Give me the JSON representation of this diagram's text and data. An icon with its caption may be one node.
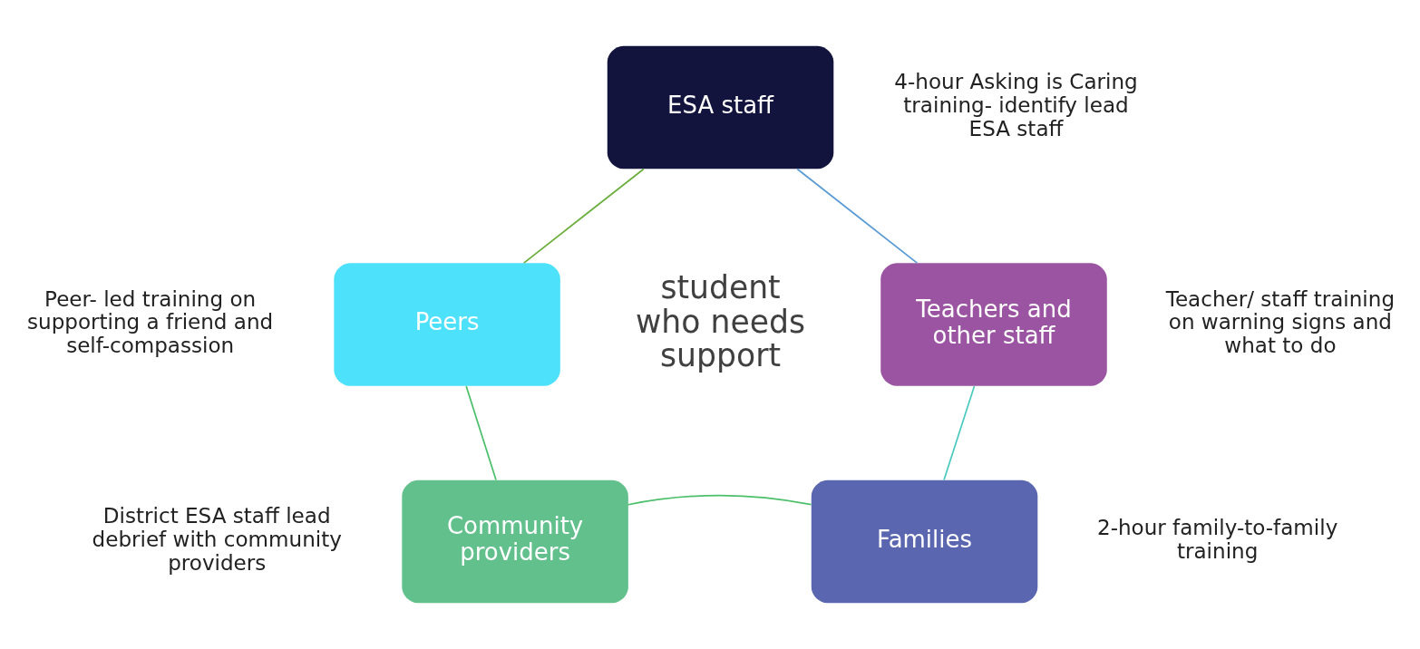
{
  "diagram": {
    "nodes": [
      {
        "text": [
          "ESA staff"
        ],
        "beside": [
          "4-hour Asking is Caring training- identify lead ESA staff"
        ]
      },
      {
        "text": [
          "Teachers and other staff"
        ],
        "beside": [
          "Teacher/ staff training on warning signs and what to do"
        ]
      },
      {
        "text": [
          "Families"
        ],
        "beside": [
          "2-hour family-to-family training"
        ]
      },
      {
        "text": [
          "Community providers"
        ],
        "beside": [
          "District ESA staff lead debrief with community providers"
        ]
      },
      {
        "text": [
          "Peers"
        ],
        "beside": [
          "Peer- led training on supporting a friend and self-compassion"
        ]
      }
    ],
    "edges": [
      {
        "from": 0,
        "to": 1,
        "arrow": "none",
        "color": "#5b9bd5"
      },
      {
        "from": 1,
        "to": 2,
        "arrow": "none",
        "color": "#4cc9c0"
      },
      {
        "from": 2,
        "to": 3,
        "arrow": "none",
        "color": "#4cbf6a"
      },
      {
        "from": 3,
        "to": 4,
        "arrow": "none",
        "color": "#4cbf6a"
      },
      {
        "from": 4,
        "to": 0,
        "arrow": "none",
        "color": "#6aae3c"
      }
    ],
    "labels": [
      "student who needs support"
    ]
  }
}
